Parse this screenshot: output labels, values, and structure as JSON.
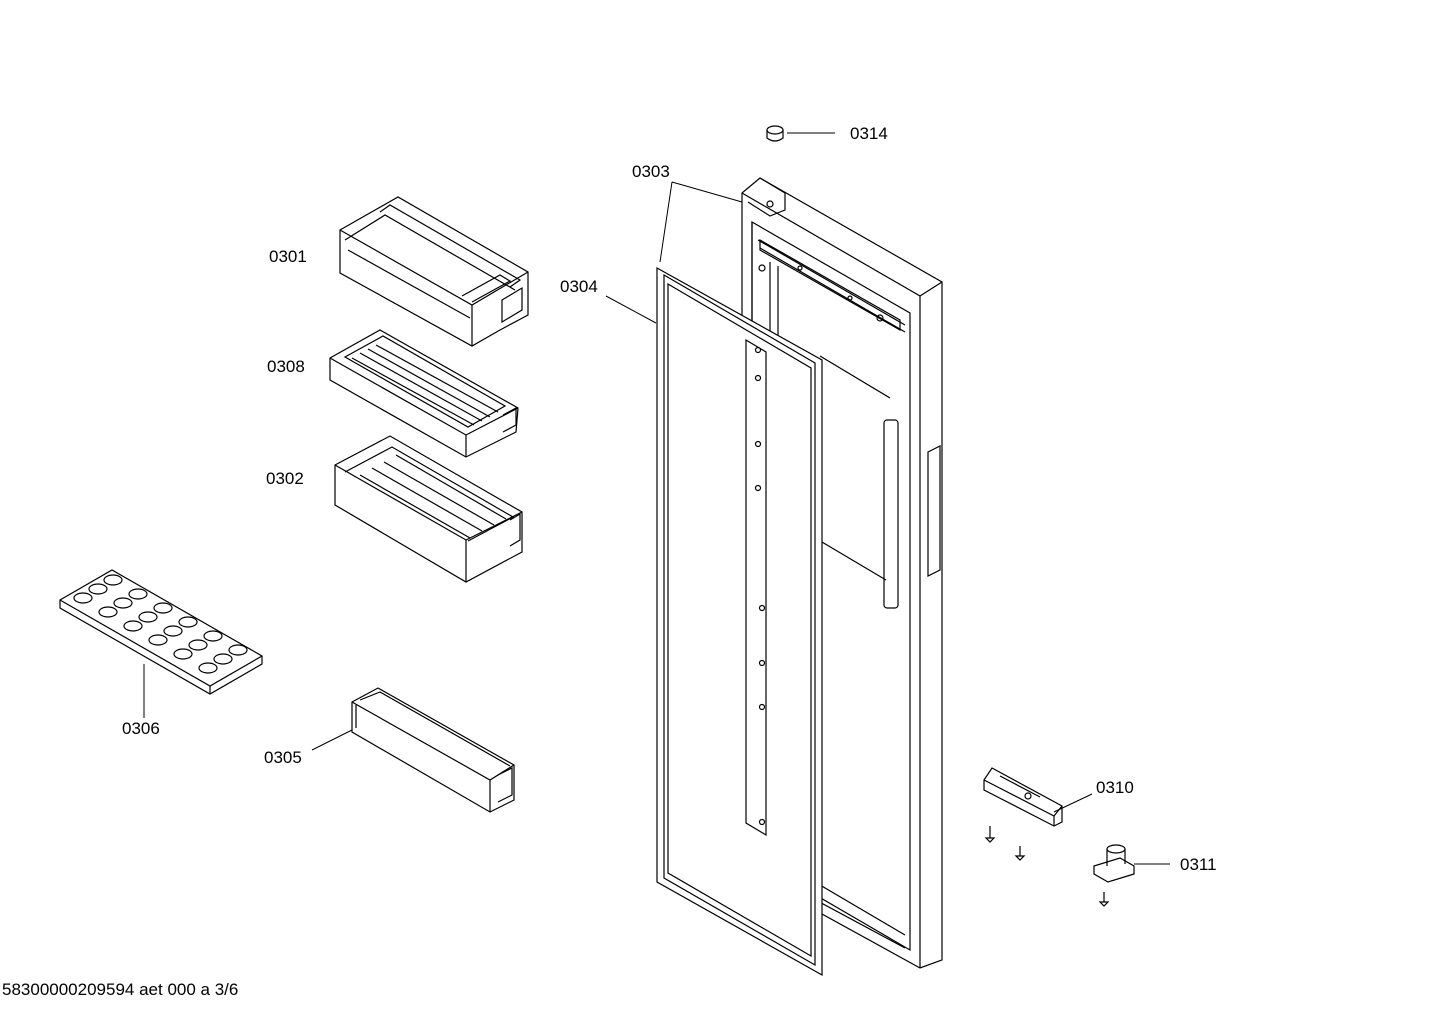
{
  "footer": {
    "text": "58300000209594 aet 000 a 3/6"
  },
  "callouts": {
    "p0301": "0301",
    "p0302": "0302",
    "p0303": "0303",
    "p0304": "0304",
    "p0305": "0305",
    "p0306": "0306",
    "p0308": "0308",
    "p0310": "0310",
    "p0311": "0311",
    "p0314": "0314"
  },
  "colors": {
    "line": "#000000",
    "background": "#ffffff"
  }
}
